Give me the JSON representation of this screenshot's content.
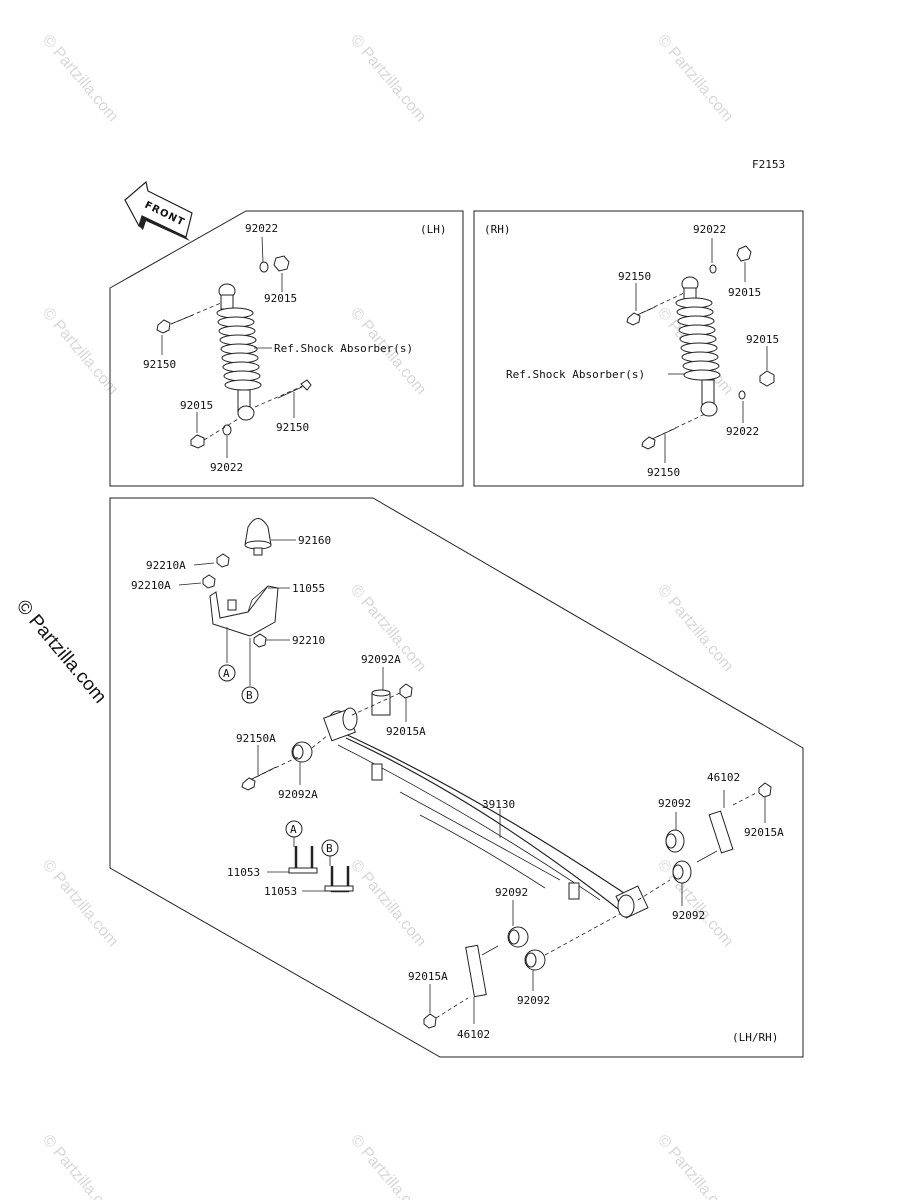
{
  "diagram_id": "F2153",
  "front_label": "FRONT",
  "side_watermark": "© Partzilla.com",
  "watermark_text": "© Partzilla.com",
  "panels": {
    "lh": {
      "side": "(LH)",
      "labels": {
        "washer_top": "92022",
        "nut_top": "92015",
        "bolt_top": "92150",
        "ref": "Ref.Shock Absorber(s)",
        "nut_bottom": "92015",
        "bolt_bottom": "92150",
        "washer_bottom": "92022"
      }
    },
    "rh": {
      "side": "(RH)",
      "labels": {
        "washer_top": "92022",
        "bolt_top": "92150",
        "nut_top": "92015",
        "nut_mid": "92015",
        "ref": "Ref.Shock Absorber(s)",
        "washer_bottom": "92022",
        "bolt_bottom": "92150"
      }
    },
    "spring": {
      "side": "(LH/RH)",
      "labels": {
        "bump_stop": "92160",
        "nut_a1": "92210A",
        "nut_a2": "92210A",
        "bracket": "11055",
        "nut_b": "92210",
        "circle_a": "A",
        "circle_b": "B",
        "bush_top": "92092A",
        "nut_top": "92015A",
        "bolt_front": "92150A",
        "bush_front": "92092A",
        "leaf_spring": "39130",
        "shackle_rear": "46102",
        "bush_r1": "92092",
        "nut_r": "92015A",
        "bush_r2": "92092",
        "ubolt_circle_a": "A",
        "ubolt_circle_b": "B",
        "ubolt_1": "11053",
        "ubolt_2": "11053",
        "bush_l1": "92092",
        "bush_l2": "92092",
        "nut_l": "92015A",
        "shackle_l": "46102"
      }
    }
  }
}
